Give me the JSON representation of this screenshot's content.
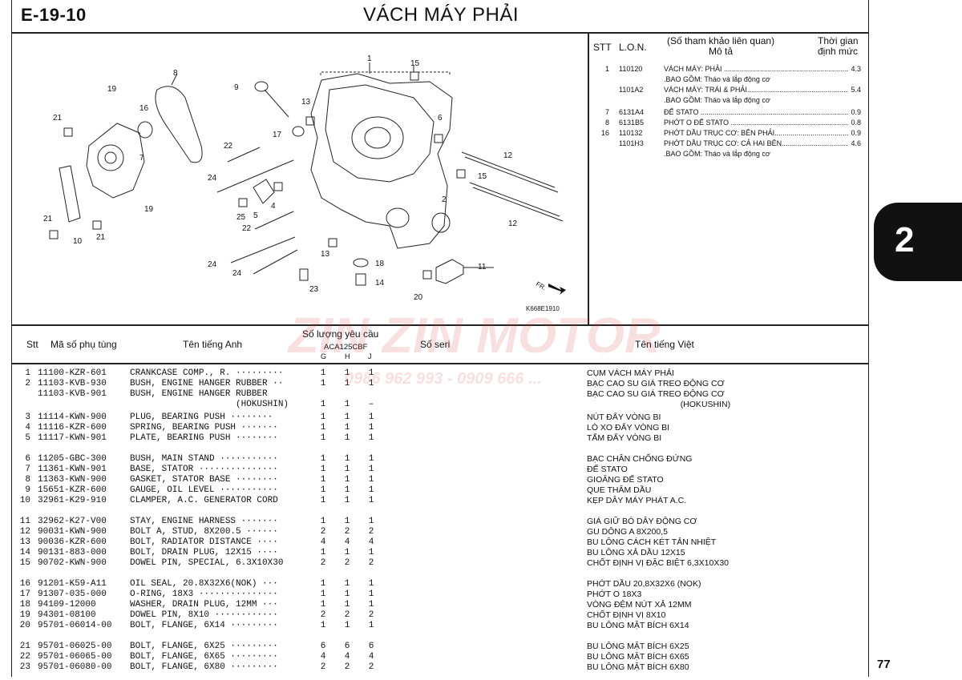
{
  "header": {
    "code": "E-19-10",
    "title": "VÁCH MÁY PHẢI"
  },
  "diagram": {
    "ref_code": "K668E1910",
    "front_mark": "FR.",
    "callouts": [
      "1",
      "2",
      "4",
      "5",
      "6",
      "7",
      "8",
      "9",
      "10",
      "11",
      "12",
      "12",
      "13",
      "13",
      "14",
      "15",
      "15",
      "16",
      "17",
      "18",
      "19",
      "19",
      "20",
      "21",
      "21",
      "21",
      "22",
      "22",
      "23",
      "24",
      "24",
      "24",
      "25"
    ]
  },
  "labor_table": {
    "headers": {
      "stt": "STT",
      "lon": "L.O.N.",
      "ref": "(Số tham khảo liên quan)",
      "desc": "Mô tả",
      "time": "Thời gian",
      "time2": "định mức"
    },
    "rows": [
      {
        "stt": "1",
        "lon": "110120",
        "desc": "VÁCH MÁY: PHẢI ....................................................................",
        "time": "4.3"
      },
      {
        "stt": "",
        "lon": "",
        "desc": ".BAO GỒM: Tháo và lắp động cơ",
        "time": ""
      },
      {
        "stt": "",
        "lon": "1101A2",
        "desc": "VÁCH MÁY: TRÁI & PHẢI........................................................",
        "time": "5.4"
      },
      {
        "stt": "",
        "lon": "",
        "desc": ".BAO GỒM: Tháo và lắp động cơ",
        "time": ""
      },
      {
        "stt": "7",
        "lon": "6131A4",
        "desc": "ĐẾ STATO ...........................................................................",
        "time": "0.9"
      },
      {
        "stt": "8",
        "lon": "6131B5",
        "desc": "PHỚT O ĐẾ STATO ..............................................................",
        "time": "0.8"
      },
      {
        "stt": "16",
        "lon": "110132",
        "desc": "PHỚT DẦU TRỤC CƠ: BÊN PHẢI..........................................",
        "time": "0.9"
      },
      {
        "stt": "",
        "lon": "1101H3",
        "desc": "PHỚT DẦU TRỤC CƠ: CẢ HAI BÊN.........................................",
        "time": "4.6"
      },
      {
        "stt": "",
        "lon": "",
        "desc": ".BAO GỒM: Tháo và lắp động cơ",
        "time": ""
      }
    ]
  },
  "parts_table": {
    "headers": {
      "stt": "Stt",
      "part_no": "Mã số phụ tùng",
      "name_en": "Tên tiếng Anh",
      "qty": "Số lượng yêu cầu",
      "model": "ACA125CBF",
      "g": "G",
      "h": "H",
      "j": "J",
      "serial": "Số seri",
      "name_vi": "Tên tiếng Việt"
    },
    "rows": [
      {
        "stt": "1",
        "part_no": "11100-KZR-601",
        "name_en": "CRANKCASE COMP., R. ·········",
        "g": "1",
        "h": "1",
        "j": "1",
        "name_vi": "CỤM VÁCH MÁY PHẢI"
      },
      {
        "stt": "2",
        "part_no": "11103-KVB-930",
        "name_en": "BUSH, ENGINE HANGER RUBBER ··",
        "g": "1",
        "h": "1",
        "j": "1",
        "name_vi": "BẠC CAO SU GIÁ TREO ĐỘNG CƠ"
      },
      {
        "stt": "",
        "part_no": "11103-KVB-901",
        "name_en": "BUSH, ENGINE HANGER RUBBER",
        "g": "",
        "h": "",
        "j": "",
        "name_vi": "BẠC CAO SU GIÁ TREO ĐỘNG CƠ"
      },
      {
        "stt": "",
        "part_no": "",
        "name_en": "                    (HOKUSHIN)",
        "g": "1",
        "h": "1",
        "j": "–",
        "name_vi": "                                        (HOKUSHIN)"
      },
      {
        "stt": "3",
        "part_no": "11114-KWN-900",
        "name_en": "PLUG, BEARING PUSH ········",
        "g": "1",
        "h": "1",
        "j": "1",
        "name_vi": "NÚT ĐẨY VÒNG BI"
      },
      {
        "stt": "4",
        "part_no": "11116-KZR-600",
        "name_en": "SPRING, BEARING PUSH ·······",
        "g": "1",
        "h": "1",
        "j": "1",
        "name_vi": "LÒ XO ĐẨY VÒNG BI"
      },
      {
        "stt": "5",
        "part_no": "11117-KWN-901",
        "name_en": "PLATE, BEARING PUSH ········",
        "g": "1",
        "h": "1",
        "j": "1",
        "name_vi": "TẤM ĐẨY VÒNG BI"
      },
      {
        "stt": "6",
        "part_no": "11205-GBC-300",
        "name_en": "BUSH, MAIN STAND ···········",
        "g": "1",
        "h": "1",
        "j": "1",
        "name_vi": "BẠC CHÂN CHỐNG ĐỨNG"
      },
      {
        "stt": "7",
        "part_no": "11361-KWN-901",
        "name_en": "BASE, STATOR ···············",
        "g": "1",
        "h": "1",
        "j": "1",
        "name_vi": "ĐẾ STATO"
      },
      {
        "stt": "8",
        "part_no": "11363-KWN-900",
        "name_en": "GASKET, STATOR BASE ········",
        "g": "1",
        "h": "1",
        "j": "1",
        "name_vi": "GIOĂNG ĐẾ STATO"
      },
      {
        "stt": "9",
        "part_no": "15651-KZR-600",
        "name_en": "GAUGE, OIL LEVEL ···········",
        "g": "1",
        "h": "1",
        "j": "1",
        "name_vi": "QUE THĂM DẦU"
      },
      {
        "stt": "10",
        "part_no": "32961-K29-910",
        "name_en": "CLAMPER, A.C. GENERATOR CORD",
        "g": "1",
        "h": "1",
        "j": "1",
        "name_vi": "KẸP DÂY MÁY PHÁT A.C."
      },
      {
        "stt": "11",
        "part_no": "32962-K27-V00",
        "name_en": "STAY, ENGINE HARNESS ·······",
        "g": "1",
        "h": "1",
        "j": "1",
        "name_vi": "GIÁ GIỮ BÓ DÂY ĐỘNG CƠ"
      },
      {
        "stt": "12",
        "part_no": "90031-KWN-900",
        "name_en": "BOLT A, STUD, 8X200.5 ······",
        "g": "2",
        "h": "2",
        "j": "2",
        "name_vi": "GU DÔNG A 8X200,5"
      },
      {
        "stt": "13",
        "part_no": "90036-KZR-600",
        "name_en": "BOLT, RADIATOR DISTANCE ····",
        "g": "4",
        "h": "4",
        "j": "4",
        "name_vi": "BU LÔNG CÁCH KÉT TẢN NHIỆT"
      },
      {
        "stt": "14",
        "part_no": "90131-883-000",
        "name_en": "BOLT, DRAIN PLUG, 12X15 ····",
        "g": "1",
        "h": "1",
        "j": "1",
        "name_vi": "BU LÔNG XẢ DẦU 12X15"
      },
      {
        "stt": "15",
        "part_no": "90702-KWN-900",
        "name_en": "DOWEL PIN, SPECIAL, 6.3X10X30",
        "g": "2",
        "h": "2",
        "j": "2",
        "name_vi": "CHỐT ĐỊNH VỊ ĐẶC BIỆT 6,3X10X30"
      },
      {
        "stt": "16",
        "part_no": "91201-K59-A11",
        "name_en": "OIL SEAL, 20.8X32X6(NOK) ···",
        "g": "1",
        "h": "1",
        "j": "1",
        "name_vi": "PHỚT DẦU  20,8X32X6 (NOK)"
      },
      {
        "stt": "17",
        "part_no": "91307-035-000",
        "name_en": "O-RING, 18X3 ···············",
        "g": "1",
        "h": "1",
        "j": "1",
        "name_vi": "PHỚT O 18X3"
      },
      {
        "stt": "18",
        "part_no": "94109-12000",
        "name_en": "WASHER, DRAIN PLUG, 12MM ···",
        "g": "1",
        "h": "1",
        "j": "1",
        "name_vi": "VÒNG ĐỆM NÚT XẢ 12MM"
      },
      {
        "stt": "19",
        "part_no": "94301-08100",
        "name_en": "DOWEL PIN, 8X10 ············",
        "g": "2",
        "h": "2",
        "j": "2",
        "name_vi": "CHỐT ĐỊNH VỊ 8X10"
      },
      {
        "stt": "20",
        "part_no": "95701-06014-00",
        "name_en": "BOLT, FLANGE, 6X14 ·········",
        "g": "1",
        "h": "1",
        "j": "1",
        "name_vi": "BU LÔNG MẶT BÍCH 6X14"
      },
      {
        "stt": "21",
        "part_no": "95701-06025-00",
        "name_en": "BOLT, FLANGE, 6X25 ·········",
        "g": "6",
        "h": "6",
        "j": "6",
        "name_vi": "BU LÔNG MẶT BÍCH 6X25"
      },
      {
        "stt": "22",
        "part_no": "95701-06065-00",
        "name_en": "BOLT, FLANGE, 6X65 ·········",
        "g": "4",
        "h": "4",
        "j": "4",
        "name_vi": "BU LÔNG MẶT BÍCH 6X65"
      },
      {
        "stt": "23",
        "part_no": "95701-06080-00",
        "name_en": "BOLT, FLANGE, 6X80 ·········",
        "g": "2",
        "h": "2",
        "j": "2",
        "name_vi": "BU LÔNG MẶT BÍCH 6X80"
      }
    ]
  },
  "side_tab": {
    "number": "2"
  },
  "page_number": "77",
  "watermark": {
    "brand": "ZIN ZIN MOTOR",
    "phone": "0986 962 993 - 0909 666 ..."
  },
  "colors": {
    "watermark": "#dc3c3c",
    "tab": "#111111"
  }
}
